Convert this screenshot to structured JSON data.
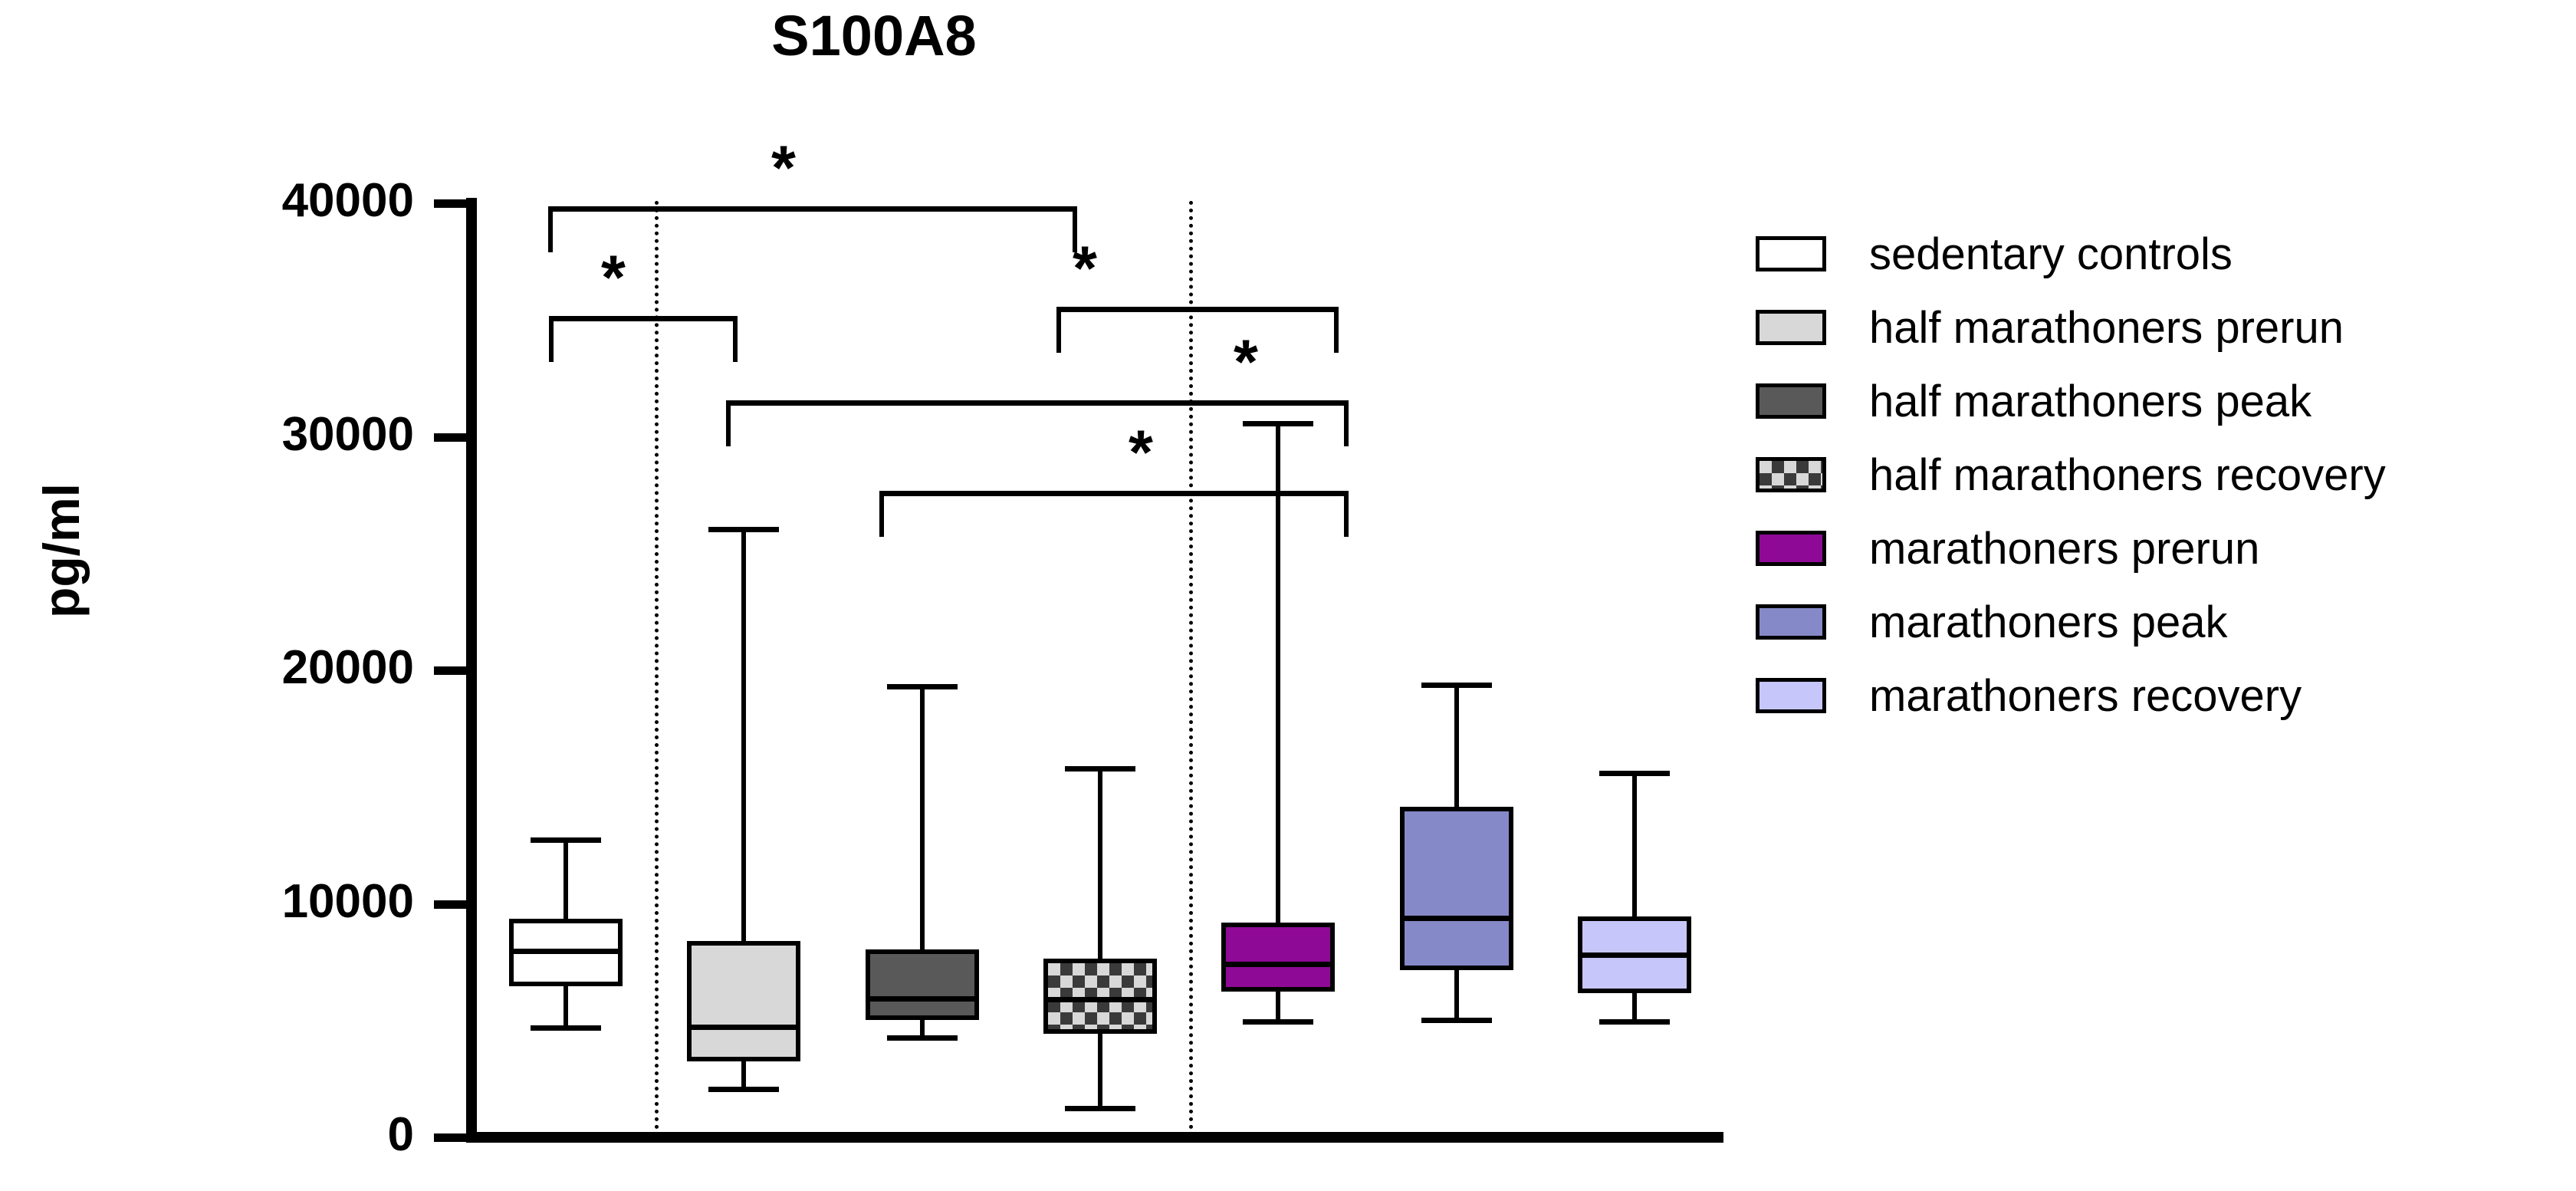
{
  "chart_data": {
    "type": "box",
    "title": "S100A8",
    "xlabel": "",
    "ylabel": "pg/ml",
    "ylim": [
      0,
      40000
    ],
    "yticks": [
      0,
      10000,
      20000,
      30000,
      40000
    ],
    "ytick_labels": [
      "0",
      "10000",
      "20000",
      "30000",
      "40000"
    ],
    "grid": false,
    "legend_position": "right",
    "group_separators": [
      1,
      4
    ],
    "categories": [
      "sedentary controls",
      "half marathoners prerun",
      "half marathoners peak",
      "half marathoners recovery",
      "marathoners prerun",
      "marathoners peak",
      "marathoners recovery"
    ],
    "boxes": [
      {
        "label": "sedentary controls",
        "fill": "white",
        "whisker_low": 4700,
        "q1": 6470,
        "median": 7980,
        "q3": 9360,
        "whisker_high": 12750
      },
      {
        "label": "half marathoners prerun",
        "fill": "lightgray",
        "whisker_low": 2070,
        "q1": 3250,
        "median": 4730,
        "q3": 8410,
        "whisker_high": 26050
      },
      {
        "label": "half marathoners peak",
        "fill": "darkgray",
        "whisker_low": 4270,
        "q1": 5030,
        "median": 5950,
        "q3": 8040,
        "whisker_high": 19300
      },
      {
        "label": "half marathoners recovery",
        "fill": "checker",
        "whisker_low": 1250,
        "q1": 4430,
        "median": 5910,
        "q3": 7650,
        "whisker_high": 15800
      },
      {
        "label": "marathoners prerun",
        "fill": "purple",
        "whisker_low": 4960,
        "q1": 6240,
        "median": 7420,
        "q3": 9190,
        "whisker_high": 30570
      },
      {
        "label": "marathoners peak",
        "fill": "blueviolet",
        "whisker_low": 5020,
        "q1": 7160,
        "median": 9390,
        "q3": 14150,
        "whisker_high": 19370
      },
      {
        "label": "marathoners recovery",
        "fill": "lavender",
        "whisker_low": 4960,
        "q1": 6170,
        "median": 7810,
        "q3": 9460,
        "whisker_high": 15600
      }
    ],
    "significance": [
      {
        "from": "sedentary controls",
        "to": "half marathoners recovery",
        "marker": "*",
        "level": 1
      },
      {
        "from": "sedentary controls",
        "to": "half marathoners prerun",
        "marker": "*",
        "level": 2
      },
      {
        "from": "half marathoners prerun",
        "to": "marathoners peak",
        "marker": "*",
        "level": 3
      },
      {
        "from": "half marathoners peak",
        "to": "marathoners peak",
        "marker": "*",
        "level": 4
      },
      {
        "from": "half marathoners recovery",
        "to": "marathoners peak",
        "marker": "*",
        "level": 5
      }
    ],
    "colors": {
      "white": "#ffffff",
      "lightgray": "#d8d8d8",
      "darkgray": "#595959",
      "checker": "#d8d8d8",
      "purple": "#8e0a96",
      "blueviolet": "#8689c8",
      "lavender": "#c7c6fb",
      "outline": "#000000"
    }
  },
  "legend": {
    "items": [
      {
        "label": "sedentary controls",
        "fill": "white"
      },
      {
        "label": "half marathoners prerun",
        "fill": "lightgray"
      },
      {
        "label": "half marathoners peak",
        "fill": "darkgray"
      },
      {
        "label": "half marathoners recovery",
        "fill": "checker"
      },
      {
        "label": "marathoners prerun",
        "fill": "purple"
      },
      {
        "label": "marathoners peak",
        "fill": "blueviolet"
      },
      {
        "label": "marathoners recovery",
        "fill": "lavender"
      }
    ]
  },
  "axis": {
    "ytick_labels": [
      "40000",
      "30000",
      "20000",
      "10000",
      "0"
    ],
    "ylabel": "pg/ml"
  },
  "header": {
    "title": "S100A8"
  },
  "markers": {
    "star": "*"
  }
}
